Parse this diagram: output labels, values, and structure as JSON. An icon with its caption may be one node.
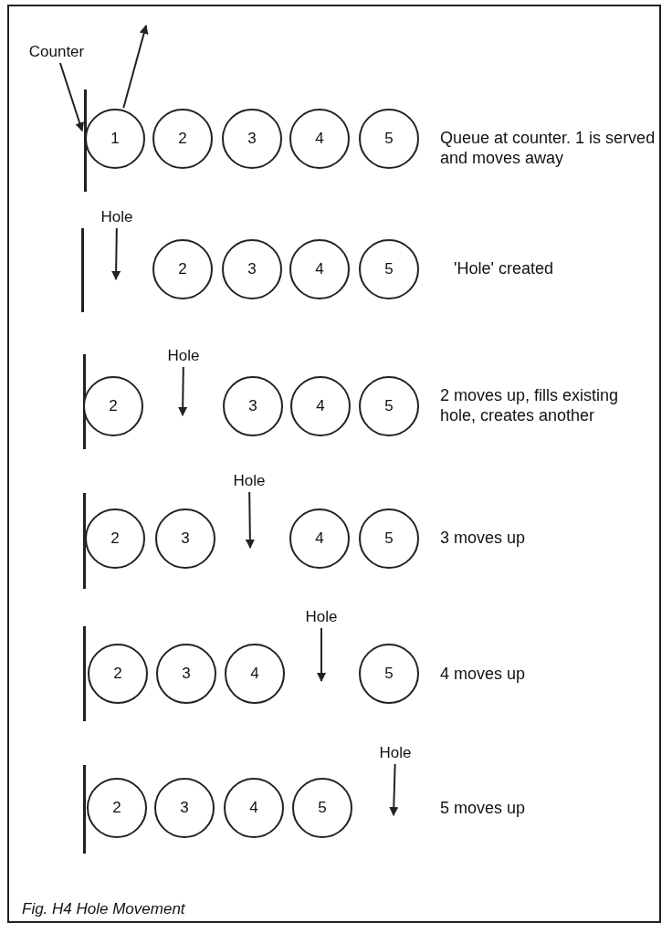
{
  "diagram": {
    "caption": "Fig. H4 Hole Movement",
    "nodes": [
      {
        "text": [
          "Counter"
        ]
      },
      {
        "text": [],
        "shape": "bar"
      },
      {
        "text": [
          "1"
        ]
      },
      {
        "text": [
          "2"
        ]
      },
      {
        "text": [
          "3"
        ]
      },
      {
        "text": [
          "4"
        ]
      },
      {
        "text": [
          "5"
        ]
      },
      {
        "text": [],
        "shape": "bar"
      },
      {
        "text": [
          "Hole"
        ]
      },
      {
        "text": [
          "2"
        ]
      },
      {
        "text": [
          "3"
        ]
      },
      {
        "text": [
          "4"
        ]
      },
      {
        "text": [
          "5"
        ]
      },
      {
        "text": [],
        "shape": "bar"
      },
      {
        "text": [
          "2"
        ]
      },
      {
        "text": [
          "Hole"
        ]
      },
      {
        "text": [
          "3"
        ]
      },
      {
        "text": [
          "4"
        ]
      },
      {
        "text": [
          "5"
        ]
      },
      {
        "text": [],
        "shape": "bar"
      },
      {
        "text": [
          "2"
        ]
      },
      {
        "text": [
          "3"
        ]
      },
      {
        "text": [
          "Hole"
        ]
      },
      {
        "text": [
          "4"
        ]
      },
      {
        "text": [
          "5"
        ]
      },
      {
        "text": [],
        "shape": "bar"
      },
      {
        "text": [
          "2"
        ]
      },
      {
        "text": [
          "3"
        ]
      },
      {
        "text": [
          "4"
        ]
      },
      {
        "text": [
          "Hole"
        ]
      },
      {
        "text": [
          "5"
        ]
      },
      {
        "text": [],
        "shape": "bar"
      },
      {
        "text": [
          "2"
        ]
      },
      {
        "text": [
          "3"
        ]
      },
      {
        "text": [
          "4"
        ]
      },
      {
        "text": [
          "5"
        ]
      },
      {
        "text": [
          "Hole"
        ]
      }
    ],
    "edges": [
      {
        "from": 0,
        "to": 1,
        "arrow": "to"
      },
      {
        "from": 2,
        "to": null,
        "arrow": "to"
      },
      {
        "from": 8,
        "to": null,
        "arrow": "to"
      },
      {
        "from": 15,
        "to": null,
        "arrow": "to"
      },
      {
        "from": 22,
        "to": null,
        "arrow": "to"
      },
      {
        "from": 29,
        "to": null,
        "arrow": "to"
      },
      {
        "from": 36,
        "to": null,
        "arrow": "to"
      }
    ],
    "labels": [
      "Queue at counter. 1 is served and moves away",
      "'Hole' created",
      "2 moves up, fills existing hole, creates another",
      "3 moves up",
      "4 moves up",
      "5 moves up"
    ]
  }
}
